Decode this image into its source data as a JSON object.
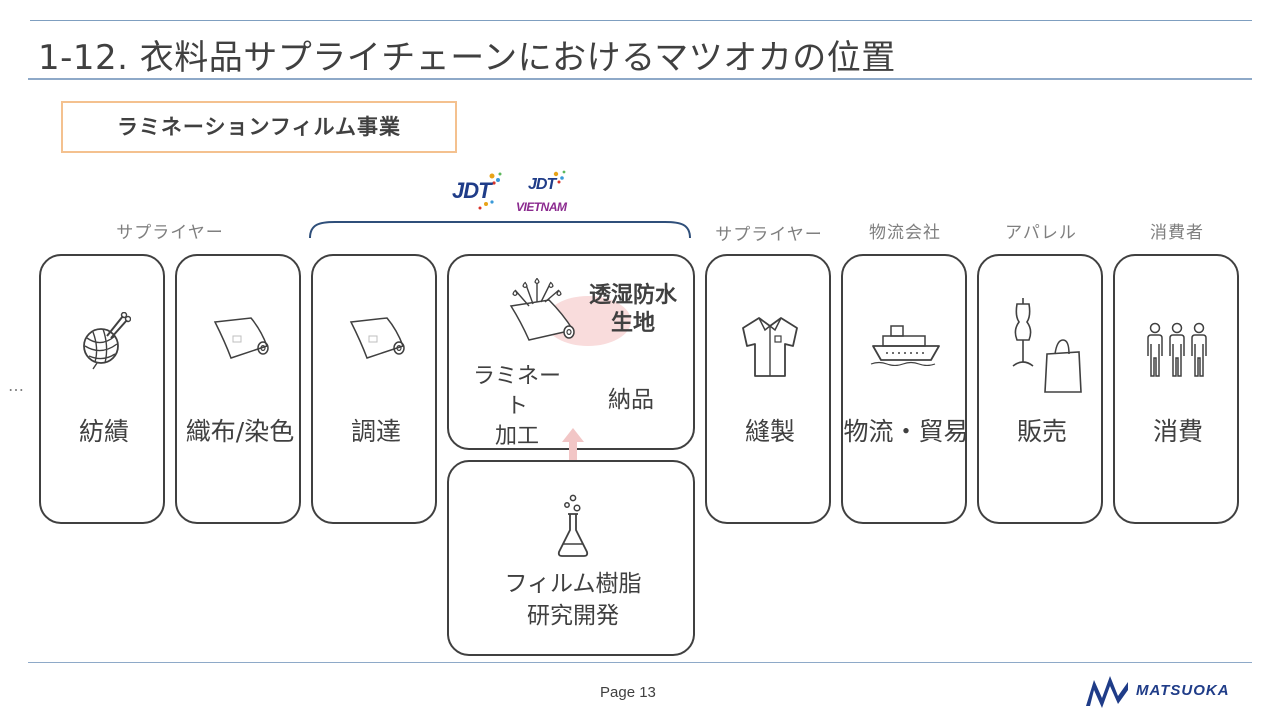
{
  "slide": {
    "title": "1-12. 衣料品サプライチェーンにおけるマツオカの位置",
    "section_label": "ラミネーションフィルム事業",
    "page_label": "Page 13",
    "ellipsis": "…"
  },
  "logos": {
    "jdt": "JDT",
    "jdt_vietnam_top": "JDT",
    "jdt_vietnam_bottom": "VIETNAM",
    "company": "MATSUOKA"
  },
  "categories": {
    "supplier_left": "サプライヤー",
    "supplier_right": "サプライヤー",
    "logistics": "物流会社",
    "apparel": "アパレル",
    "consumer": "消費者"
  },
  "stages": {
    "spinning": "紡績",
    "weaving": "織布/染色",
    "procurement": "調達",
    "sewing": "縫製",
    "logistics": "物流・貿易",
    "sales": "販売",
    "consumption": "消費"
  },
  "laminate": {
    "product_line1": "透湿防水",
    "product_line2": "生地",
    "process_line1": "ラミネート",
    "process_line2": "加工",
    "delivery": "納品"
  },
  "rnd": {
    "line1": "フィルム樹脂",
    "line2": "研究開発"
  },
  "colors": {
    "box_border": "#404040",
    "label_border": "#f4c18f",
    "bracket": "#2f4f7a",
    "arrow": "#f2c6c6",
    "highlight": "#f9dcdc",
    "logo_blue": "#1f3c88"
  }
}
